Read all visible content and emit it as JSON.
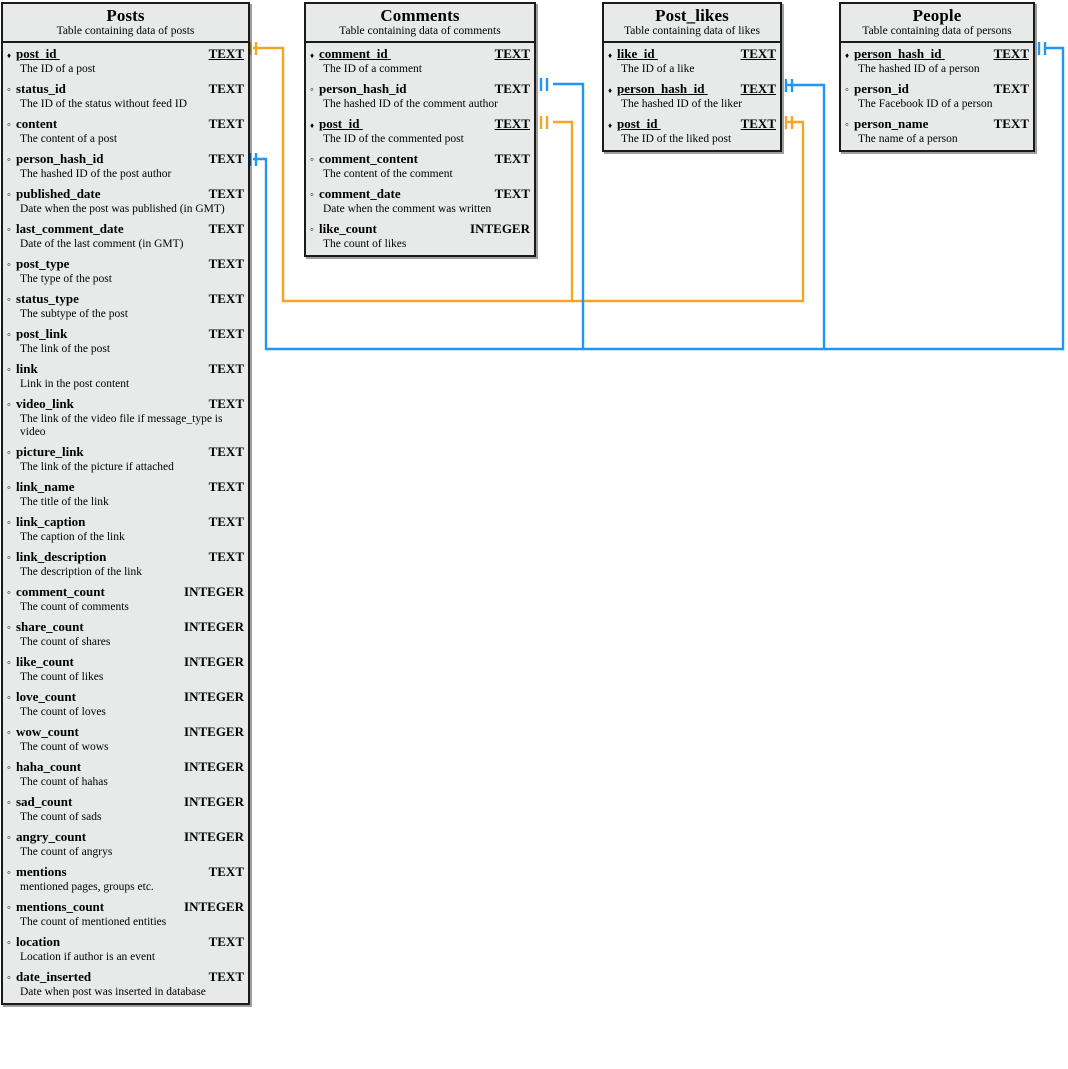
{
  "diagram": {
    "type": "entity-relationship-diagram",
    "colors": {
      "entity_fill": "#e8eaea",
      "entity_border": "#1a1a1a",
      "link_post": "#f5a623",
      "link_person": "#2196f3",
      "background": "#ffffff"
    },
    "key_glyphs": {
      "primary": "♦",
      "plain": "◦"
    }
  },
  "entities": [
    {
      "id": "posts",
      "title": "Posts",
      "subtitle": "Table containing data of posts",
      "attributes": [
        {
          "key": "primary",
          "name": "post_id",
          "type": "TEXT",
          "desc": "The ID of a post"
        },
        {
          "key": "plain",
          "name": "status_id",
          "type": "TEXT",
          "desc": "The ID of the status without feed ID"
        },
        {
          "key": "plain",
          "name": "content",
          "type": "TEXT",
          "desc": "The content of a post"
        },
        {
          "key": "plain",
          "name": "person_hash_id",
          "type": "TEXT",
          "desc": "The hashed ID of the post author"
        },
        {
          "key": "plain",
          "name": "published_date",
          "type": "TEXT",
          "desc": "Date when the post was published (in GMT)"
        },
        {
          "key": "plain",
          "name": "last_comment_date",
          "type": "TEXT",
          "desc": "Date of the last comment (in GMT)"
        },
        {
          "key": "plain",
          "name": "post_type",
          "type": "TEXT",
          "desc": "The type of the post"
        },
        {
          "key": "plain",
          "name": "status_type",
          "type": "TEXT",
          "desc": "The subtype of the post"
        },
        {
          "key": "plain",
          "name": "post_link",
          "type": "TEXT",
          "desc": "The link of the post"
        },
        {
          "key": "plain",
          "name": "link",
          "type": "TEXT",
          "desc": "Link in the post content"
        },
        {
          "key": "plain",
          "name": "video_link",
          "type": "TEXT",
          "desc": "The link of the video file if message_type is video"
        },
        {
          "key": "plain",
          "name": "picture_link",
          "type": "TEXT",
          "desc": "The link of the picture if attached"
        },
        {
          "key": "plain",
          "name": "link_name",
          "type": "TEXT",
          "desc": "The title of the link"
        },
        {
          "key": "plain",
          "name": "link_caption",
          "type": "TEXT",
          "desc": "The caption of the link"
        },
        {
          "key": "plain",
          "name": "link_description",
          "type": "TEXT",
          "desc": "The description of the link"
        },
        {
          "key": "plain",
          "name": "comment_count",
          "type": "INTEGER",
          "desc": "The count of comments"
        },
        {
          "key": "plain",
          "name": "share_count",
          "type": "INTEGER",
          "desc": "The count of shares"
        },
        {
          "key": "plain",
          "name": "like_count",
          "type": "INTEGER",
          "desc": "The count of likes"
        },
        {
          "key": "plain",
          "name": "love_count",
          "type": "INTEGER",
          "desc": "The count of loves"
        },
        {
          "key": "plain",
          "name": "wow_count",
          "type": "INTEGER",
          "desc": "The count of wows"
        },
        {
          "key": "plain",
          "name": "haha_count",
          "type": "INTEGER",
          "desc": "The count of hahas"
        },
        {
          "key": "plain",
          "name": "sad_count",
          "type": "INTEGER",
          "desc": "The count of sads"
        },
        {
          "key": "plain",
          "name": "angry_count",
          "type": "INTEGER",
          "desc": "The count of angrys"
        },
        {
          "key": "plain",
          "name": "mentions",
          "type": "TEXT",
          "desc": "mentioned pages, groups etc."
        },
        {
          "key": "plain",
          "name": "mentions_count",
          "type": "INTEGER",
          "desc": "The count of mentioned entities"
        },
        {
          "key": "plain",
          "name": "location",
          "type": "TEXT",
          "desc": "Location if author is an event"
        },
        {
          "key": "plain",
          "name": "date_inserted",
          "type": "TEXT",
          "desc": "Date when post was inserted in database"
        }
      ]
    },
    {
      "id": "comments",
      "title": "Comments",
      "subtitle": "Table containing data of comments",
      "attributes": [
        {
          "key": "primary",
          "name": "comment_id",
          "type": "TEXT",
          "desc": "The ID of  a comment"
        },
        {
          "key": "plain",
          "name": "person_hash_id",
          "type": "TEXT",
          "desc": "The hashed ID of the comment author"
        },
        {
          "key": "primary",
          "name": "post_id",
          "type": "TEXT",
          "desc": "The ID of the commented post"
        },
        {
          "key": "plain",
          "name": "comment_content",
          "type": "TEXT",
          "desc": "The content of the comment"
        },
        {
          "key": "plain",
          "name": "comment_date",
          "type": "TEXT",
          "desc": "Date when the comment was written"
        },
        {
          "key": "plain",
          "name": "like_count",
          "type": "INTEGER",
          "desc": "The count of likes"
        }
      ]
    },
    {
      "id": "post_likes",
      "title": "Post_likes",
      "subtitle": "Table containing data of likes",
      "attributes": [
        {
          "key": "primary",
          "name": "like_id",
          "type": "TEXT",
          "desc": "The ID of a like"
        },
        {
          "key": "primary",
          "name": "person_hash_id",
          "type": "TEXT",
          "desc": "The hashed ID of the liker"
        },
        {
          "key": "primary",
          "name": "post_id",
          "type": "TEXT",
          "desc": "The ID of the liked post"
        }
      ]
    },
    {
      "id": "people",
      "title": "People",
      "subtitle": "Table containing data of persons",
      "attributes": [
        {
          "key": "primary",
          "name": "person_hash_id",
          "type": "TEXT",
          "desc": "The hashed ID of a person"
        },
        {
          "key": "plain",
          "name": "person_id",
          "type": "TEXT",
          "desc": "The Facebook ID of a person"
        },
        {
          "key": "plain",
          "name": "person_name",
          "type": "TEXT",
          "desc": "The name of a person"
        }
      ]
    }
  ],
  "relationships": [
    {
      "id": "posts-comments",
      "from": "Posts.post_id",
      "to": "Comments.post_id",
      "color": "#f5a623"
    },
    {
      "id": "posts-post_likes",
      "from": "Posts.post_id",
      "to": "Post_likes.post_id",
      "color": "#f5a623"
    },
    {
      "id": "people-posts",
      "from": "People.person_hash_id",
      "to": "Posts.person_hash_id",
      "color": "#2196f3"
    },
    {
      "id": "people-comments",
      "from": "People.person_hash_id",
      "to": "Comments.person_hash_id",
      "color": "#2196f3"
    },
    {
      "id": "people-post_likes",
      "from": "People.person_hash_id",
      "to": "Post_likes.person_hash_id",
      "color": "#2196f3"
    }
  ]
}
